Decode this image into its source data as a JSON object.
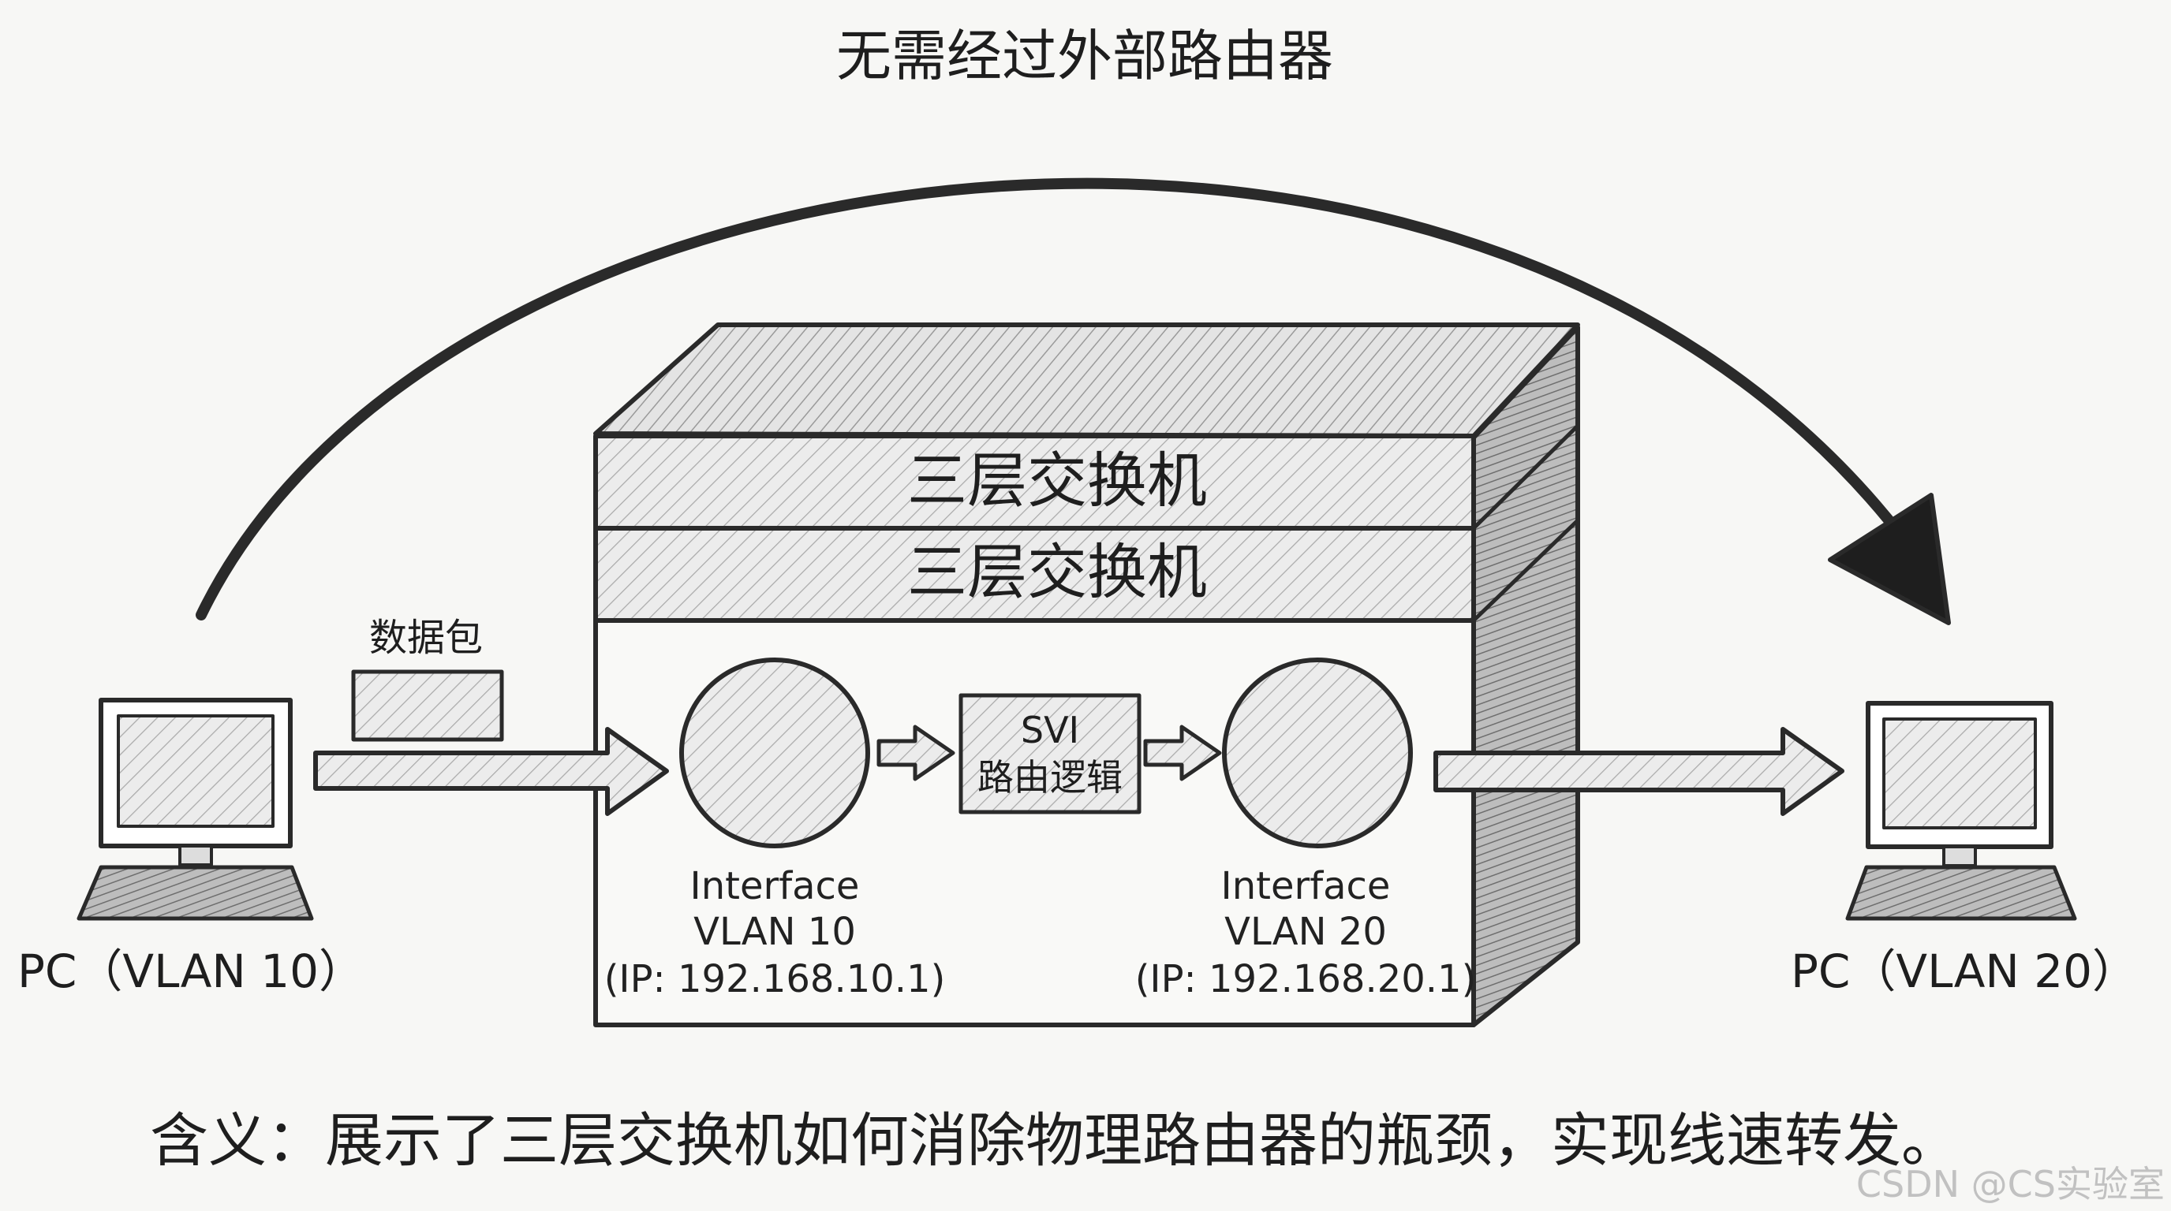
{
  "arc_label": "无需经过外部路由器",
  "switch": {
    "label_top": "三层交换机",
    "label_second": "三层交换机"
  },
  "packet": {
    "label": "数据包"
  },
  "pc_left": {
    "label": "PC（VLAN 10）"
  },
  "pc_right": {
    "label": "PC（VLAN 20）"
  },
  "interface_left": {
    "line1": "Interface",
    "line2": "VLAN 10",
    "line3": "(IP: 192.168.10.1)"
  },
  "interface_right": {
    "line1": "Interface",
    "line2": "VLAN 20",
    "line3": "(IP: 192.168.20.1)"
  },
  "svi": {
    "line1": "SVI",
    "line2": "路由逻辑"
  },
  "caption": "含义：展示了三层交换机如何消除物理路由器的瓶颈，实现线速转发。",
  "watermark": "CSDN @CS实验室",
  "colors": {
    "ink": "#2a2a2a",
    "paper": "#f7f7f5",
    "shade": "#d9d9d9"
  }
}
